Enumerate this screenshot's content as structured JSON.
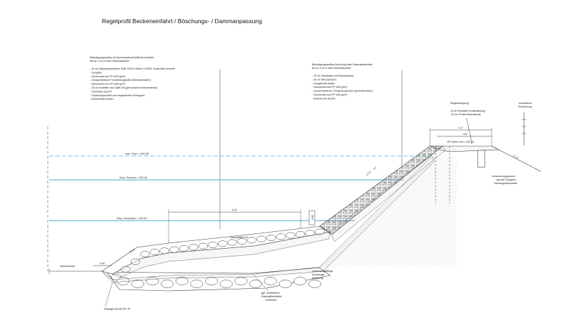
{
  "title": "Regelprofil Beckeneinfahrt / Böschungs- / Dammanpassung",
  "left_note": {
    "head": [
      "Befestigungsaufbau im Dauerstaubereich/Beckeneinfahrt",
      "bis ca. 0,20 m über Dauerstauhöhe"
    ],
    "items": [
      "- 40 cm Wasserbaupflaster LMB 10/60 in Beton C25/30, konstruktiv bewehrt",
      "- Geogitter",
      "- Schutzvlies aus PP (400 g/m²)",
      "- Geosynthetische Tondichtungsbahn (Bentonitmatten)",
      "- Schutzvlies aus PP (400 g/m²)",
      "- 25 cm Dränfilter aus Splitt 2/8 (gebrochenes Naturmaterial)",
      "- Trennvlies aus PP",
      "- Gründungsschicht aus eingewalzten Schroppen",
      "- anstehender Boden"
    ]
  },
  "mid_note": {
    "head": [
      "Befestigungsaufbau Böschung über Dauerstaubereich",
      "ab ca. 0,20 m über Dauerstauhöhe"
    ],
    "items": [
      "- 10 cm Oberboden mit Rasenansaat",
      "- 30 cm Mineralboden",
      "- Geogitter/Erdmatte",
      "- Schutzvlies aus PP (400 g/m²)",
      "- Geosynthetische Tondichtungsbahn (Bentonitmatten)",
      "- Schutzvlies aus PP (400 g/m²)",
      "- anstehender Boden"
    ]
  },
  "right_note": {
    "head": "Wegbefestigung:",
    "items": [
      "-8 cm Feinsplitt (Vorabsiebung)",
      "-20 cm Frostschutzmaterial"
    ]
  },
  "vorhandene_einzaeunung": [
    "vorhandene",
    "Einzäunung"
  ],
  "water_levels": {
    "max": "max. Wsp. = 630,85",
    "stauziel": "Wsp.-Stauziel = 630,40",
    "dauerstau": "Wsp.-Dauerstau = 629,50"
  },
  "labels": {
    "beckensohle": "Beckensohle",
    "dim_left": "0,50",
    "dim_3": "3,00",
    "dim_060": "0,60",
    "dim_117": "1,17",
    "dim_100": "1,00",
    "ok_damm": "OK Damm neu = 631,15",
    "slope_left": "1:1,5",
    "slope_main": "1:1,5 ... 1:2",
    "slope_right": "1:1,5",
    "quergefaelle": "Quergefälle 4%",
    "verdichtung": [
      "verdichtungsfähige",
      "rückbindige",
      "Auffüllung"
    ],
    "rasengitter": [
      "ggf. vorhandene",
      "Rasengitterplatten",
      "ausbauen"
    ],
    "draenage": "Dränage DN150 PE-TP",
    "verankerung": [
      "Verankerungsgraben",
      "gemäß Vorgaben",
      "Dichtungsbahnsteller"
    ]
  },
  "colors": {
    "water_line": "#4aa3d8",
    "max_line": "#6ec6e8",
    "ink": "#222222"
  }
}
